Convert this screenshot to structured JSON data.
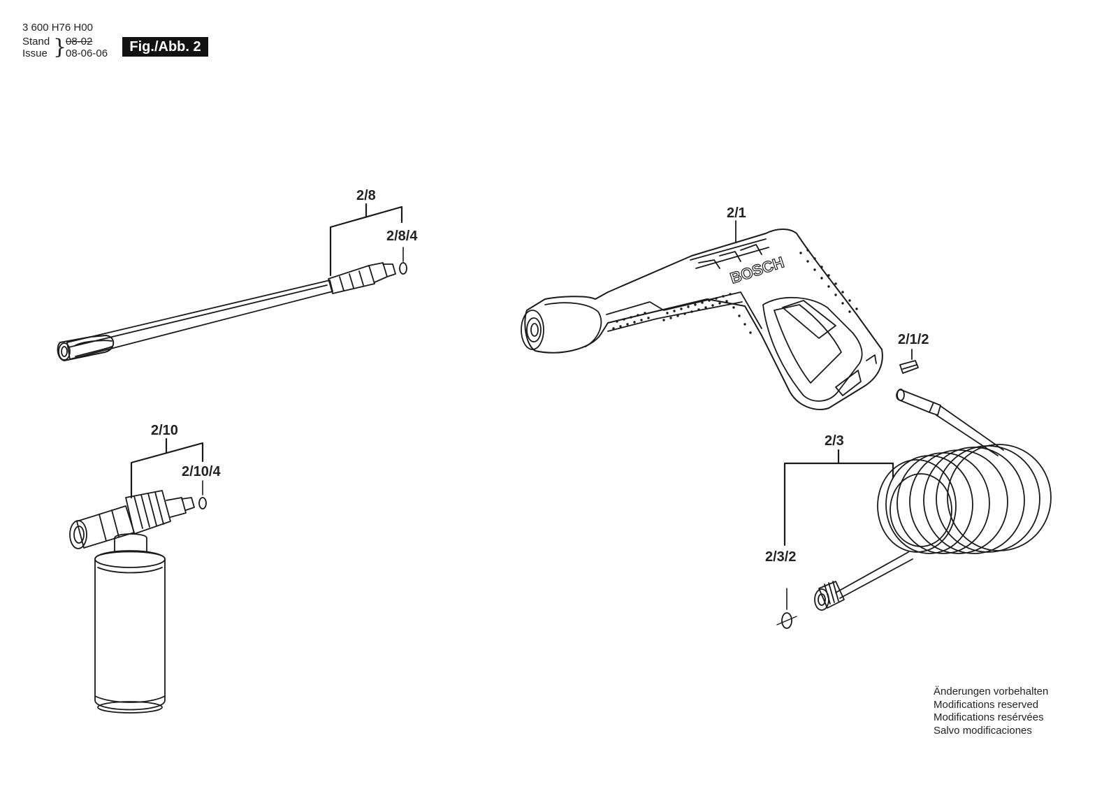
{
  "header": {
    "doc_number": "3 600 H76 H00",
    "stand_label": "Stand",
    "issue_label": "Issue",
    "stand_date_struck": "08-02",
    "issue_date": "08-06-06",
    "figure_label": "Fig./Abb. 2"
  },
  "brand_on_gun": "BOSCH",
  "part_labels": {
    "p2_8": "2/8",
    "p2_8_4": "2/8/4",
    "p2_1": "2/1",
    "p2_1_2": "2/1/2",
    "p2_10": "2/10",
    "p2_10_4": "2/10/4",
    "p2_3": "2/3",
    "p2_3_2": "2/3/2"
  },
  "notice": [
    "Änderungen vorbehalten",
    "Modifications reserved",
    "Modifications resérvées",
    "Salvo modificaciones"
  ]
}
